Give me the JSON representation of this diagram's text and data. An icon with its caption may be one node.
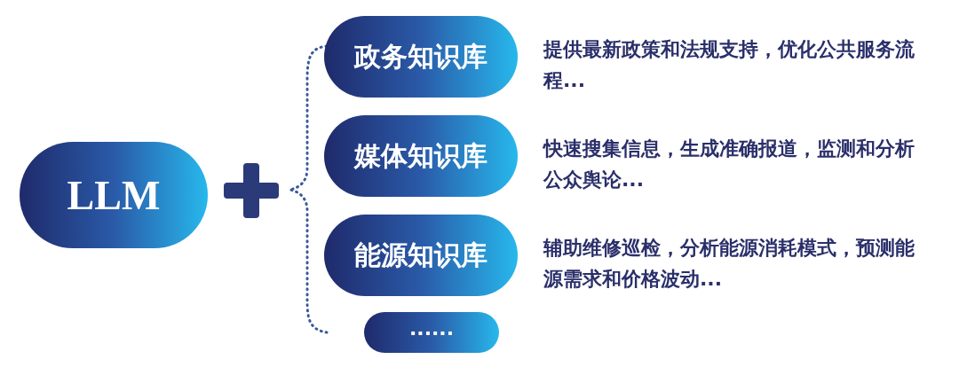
{
  "diagram": {
    "nodes": [
      {
        "text": [
          "LLM"
        ]
      },
      {
        "text": [
          "政务知识库"
        ],
        "beside": [
          "提供最新政策和法规支持，优化公共服务流程..."
        ]
      },
      {
        "text": [
          "媒体知识库"
        ],
        "beside": [
          "快速搜集信息，生成准确报道，监测和分析公众舆论..."
        ]
      },
      {
        "text": [
          "能源知识库"
        ],
        "beside": [
          "辅助维修巡检，分析能源消耗模式，预测能源需求和价格波动..."
        ]
      },
      {
        "text": [
          "······"
        ]
      }
    ]
  }
}
